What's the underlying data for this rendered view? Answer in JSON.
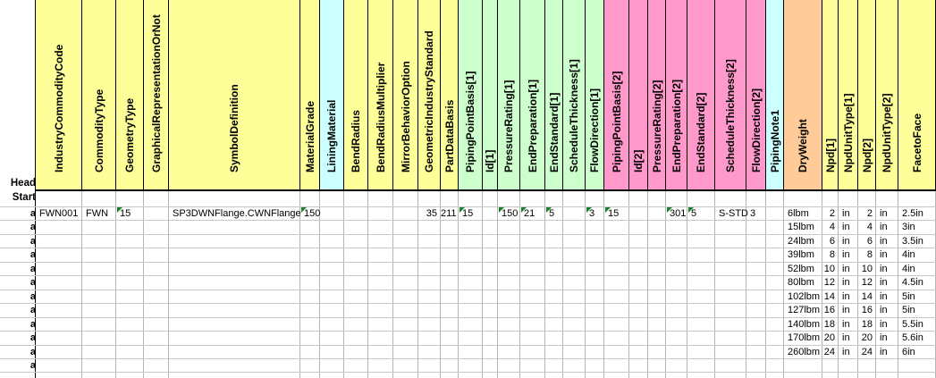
{
  "row_heads": [
    "Head",
    "Start"
  ],
  "row_prefix": "a",
  "columns": [
    {
      "key": "IndustryCommodityCode",
      "label": "IndustryCommodityCode",
      "color": "#ffff99"
    },
    {
      "key": "CommodityType",
      "label": "CommodityType",
      "color": "#ffff99"
    },
    {
      "key": "GeometryType",
      "label": "GeometryType",
      "color": "#ffff99"
    },
    {
      "key": "GraphicalRepresentationOrNot",
      "label": "GraphicalRepresentationOrNot",
      "color": "#ffff99"
    },
    {
      "key": "SymbolDefinition",
      "label": "SymbolDefinition",
      "color": "#ffff99"
    },
    {
      "key": "MaterialGrade",
      "label": "MaterialGrade",
      "color": "#ffff99"
    },
    {
      "key": "LiningMaterial",
      "label": "LiningMaterial",
      "color": "#ccffff"
    },
    {
      "key": "BendRadius",
      "label": "BendRadius",
      "color": "#ffff99"
    },
    {
      "key": "BendRadiusMultiplier",
      "label": "BendRadiusMultiplier",
      "color": "#ffff99"
    },
    {
      "key": "MirrorBehaviorOption",
      "label": "MirrorBehaviorOption",
      "color": "#ffff99"
    },
    {
      "key": "GeometricIndustryStandard",
      "label": "GeometricIndustryStandard",
      "color": "#ffff99"
    },
    {
      "key": "PartDataBasis",
      "label": "PartDataBasis",
      "color": "#ffff99"
    },
    {
      "key": "PipingPointBasis1",
      "label": "PipingPointBasis[1]",
      "color": "#ccffcc"
    },
    {
      "key": "Id1",
      "label": "Id[1]",
      "color": "#ccffcc"
    },
    {
      "key": "PressureRating1",
      "label": "PressureRating[1]",
      "color": "#ccffcc"
    },
    {
      "key": "EndPreparation1",
      "label": "EndPreparation[1]",
      "color": "#ccffcc"
    },
    {
      "key": "EndStandard1",
      "label": "EndStandard[1]",
      "color": "#ccffcc"
    },
    {
      "key": "ScheduleThickness1",
      "label": "ScheduleThickness[1]",
      "color": "#ccffcc"
    },
    {
      "key": "FlowDirection1",
      "label": "FlowDirection[1]",
      "color": "#ccffcc"
    },
    {
      "key": "PipingPointBasis2",
      "label": "PipingPointBasis[2]",
      "color": "#ff99cc"
    },
    {
      "key": "Id2",
      "label": "Id[2]",
      "color": "#ff99cc"
    },
    {
      "key": "PressureRating2",
      "label": "PressureRating[2]",
      "color": "#ff99cc"
    },
    {
      "key": "EndPreparation2",
      "label": "EndPreparation[2]",
      "color": "#ff99cc"
    },
    {
      "key": "EndStandard2",
      "label": "EndStandard[2]",
      "color": "#ff99cc"
    },
    {
      "key": "ScheduleThickness2",
      "label": "ScheduleThickness[2]",
      "color": "#ff99cc"
    },
    {
      "key": "FlowDirection2",
      "label": "FlowDirection[2]",
      "color": "#ff99cc"
    },
    {
      "key": "PipingNote1",
      "label": "PipingNote1",
      "color": "#ccffff"
    },
    {
      "key": "DryWeight",
      "label": "DryWeight",
      "color": "#ffcc99"
    },
    {
      "key": "Npd1",
      "label": "Npd[1]",
      "color": "#ffff99"
    },
    {
      "key": "NpdUnitType1",
      "label": "NpdUnitType[1]",
      "color": "#ffff99"
    },
    {
      "key": "Npd2",
      "label": "Npd[2]",
      "color": "#ffff99"
    },
    {
      "key": "NpdUnitType2",
      "label": "NpdUnitType[2]",
      "color": "#ffff99"
    },
    {
      "key": "FacetoFace",
      "label": "FacetoFace",
      "color": "#ffff99"
    }
  ],
  "first_row": {
    "IndustryCommodityCode": "FWN001",
    "CommodityType": "FWN",
    "GeometryType": "15",
    "SymbolDefinition": "SP3DWNFlange.CWNFlange",
    "MaterialGrade": "150",
    "GeometricIndustryStandard": "35",
    "PartDataBasis": "211",
    "PipingPointBasis1": "15",
    "PressureRating1": "150",
    "EndPreparation1": "21",
    "EndStandard1": "5",
    "FlowDirection1": "3",
    "PipingPointBasis2": "15",
    "EndPreparation2": "301",
    "EndStandard2": "5",
    "ScheduleThickness2": "S-STD",
    "FlowDirection2": "3"
  },
  "data_rows": [
    {
      "DryWeight": "6lbm",
      "Npd1": "2",
      "NpdUnitType1": "in",
      "Npd2": "2",
      "NpdUnitType2": "in",
      "FacetoFace": "2.5in"
    },
    {
      "DryWeight": "15lbm",
      "Npd1": "4",
      "NpdUnitType1": "in",
      "Npd2": "4",
      "NpdUnitType2": "in",
      "FacetoFace": "3in"
    },
    {
      "DryWeight": "24lbm",
      "Npd1": "6",
      "NpdUnitType1": "in",
      "Npd2": "6",
      "NpdUnitType2": "in",
      "FacetoFace": "3.5in"
    },
    {
      "DryWeight": "39lbm",
      "Npd1": "8",
      "NpdUnitType1": "in",
      "Npd2": "8",
      "NpdUnitType2": "in",
      "FacetoFace": "4in"
    },
    {
      "DryWeight": "52lbm",
      "Npd1": "10",
      "NpdUnitType1": "in",
      "Npd2": "10",
      "NpdUnitType2": "in",
      "FacetoFace": "4in"
    },
    {
      "DryWeight": "80lbm",
      "Npd1": "12",
      "NpdUnitType1": "in",
      "Npd2": "12",
      "NpdUnitType2": "in",
      "FacetoFace": "4.5in"
    },
    {
      "DryWeight": "102lbm",
      "Npd1": "14",
      "NpdUnitType1": "in",
      "Npd2": "14",
      "NpdUnitType2": "in",
      "FacetoFace": "5in"
    },
    {
      "DryWeight": "127lbm",
      "Npd1": "16",
      "NpdUnitType1": "in",
      "Npd2": "16",
      "NpdUnitType2": "in",
      "FacetoFace": "5in"
    },
    {
      "DryWeight": "140lbm",
      "Npd1": "18",
      "NpdUnitType1": "in",
      "Npd2": "18",
      "NpdUnitType2": "in",
      "FacetoFace": "5.5in"
    },
    {
      "DryWeight": "170lbm",
      "Npd1": "20",
      "NpdUnitType1": "in",
      "Npd2": "20",
      "NpdUnitType2": "in",
      "FacetoFace": "5.6in"
    },
    {
      "DryWeight": "260lbm",
      "Npd1": "24",
      "NpdUnitType1": "in",
      "Npd2": "24",
      "NpdUnitType2": "in",
      "FacetoFace": "6in"
    }
  ],
  "green_marker_cells": [
    "GeometryType",
    "MaterialGrade",
    "PipingPointBasis1",
    "PressureRating1",
    "EndPreparation1",
    "EndStandard1",
    "FlowDirection1",
    "PipingPointBasis2",
    "EndPreparation2",
    "EndStandard2"
  ]
}
